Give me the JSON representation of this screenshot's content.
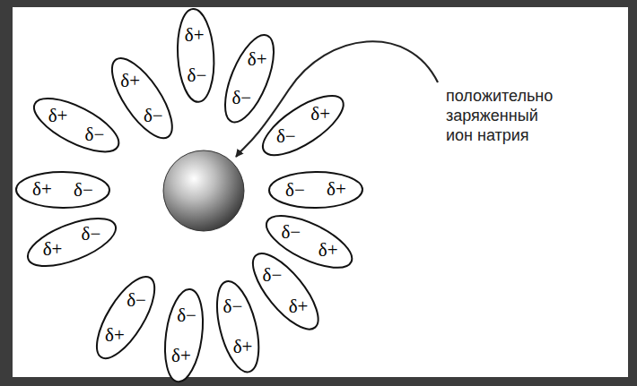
{
  "diagram": {
    "nodes": [
      {
        "text": [
          "δ+",
          "δ−"
        ]
      },
      {
        "text": [
          "δ+",
          "δ−"
        ]
      },
      {
        "text": [
          "δ+",
          "δ−"
        ]
      },
      {
        "text": [
          "δ+",
          "δ−"
        ]
      },
      {
        "text": [
          "δ+",
          "δ−"
        ]
      },
      {
        "text": [
          "δ+",
          "δ−"
        ]
      },
      {
        "text": [
          "δ+",
          "δ−"
        ]
      },
      {
        "text": [
          "δ+",
          "δ−"
        ]
      },
      {
        "text": [
          "δ+",
          "δ−"
        ]
      },
      {
        "text": [
          "δ+",
          "δ−"
        ]
      },
      {
        "text": [
          "δ+",
          "δ−"
        ]
      },
      {
        "text": [
          "δ+",
          "δ−"
        ]
      },
      {
        "text": [
          "δ+",
          "δ−"
        ]
      }
    ],
    "labels": [
      "положительно заряженный ион натрия"
    ]
  }
}
